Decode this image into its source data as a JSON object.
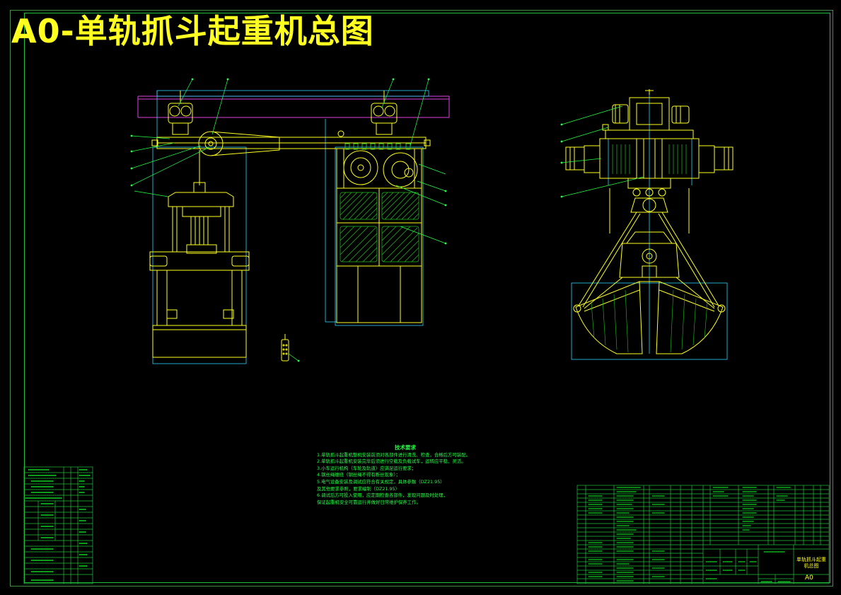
{
  "drawing": {
    "title": "A0-单轨抓斗起重机总图",
    "colors": {
      "background": "#000000",
      "outline": "#ffff20",
      "frame": "#1fbf3a",
      "leader": "#22ff44",
      "rail": "#e040e0",
      "centerline": "#2fd4ff",
      "hatch": "#20c020"
    }
  },
  "technical_requirements": {
    "heading": "技术要求",
    "lines": [
      "1.单轨抓斗起重机整机安装前须对各部件进行清洗、检查，合格后方可装配。",
      "2.单轨抓斗起重机安装完毕后须进行空载及负载试车，运转应平稳、灵活。",
      "3.小车运行机构（车轮及轨道）应满足运行要求；",
      "4.钢丝绳缠绕（钢丝绳不得有断丝现象）；",
      "5.电气设备安装及调试应符合有关规定，具体参数（DZ21.95）",
      "  及其他要求参照，要求编制（DZ21.95）",
      "6.调试后方可投入使用，应定期检查各部件，发现问题及时处理，",
      "  保证起重机安全可靠运行并做好日常维护保养工作。"
    ]
  },
  "title_block": {
    "drawing_name": "单轨抓斗起重机总图",
    "sheet_size": "A0"
  }
}
